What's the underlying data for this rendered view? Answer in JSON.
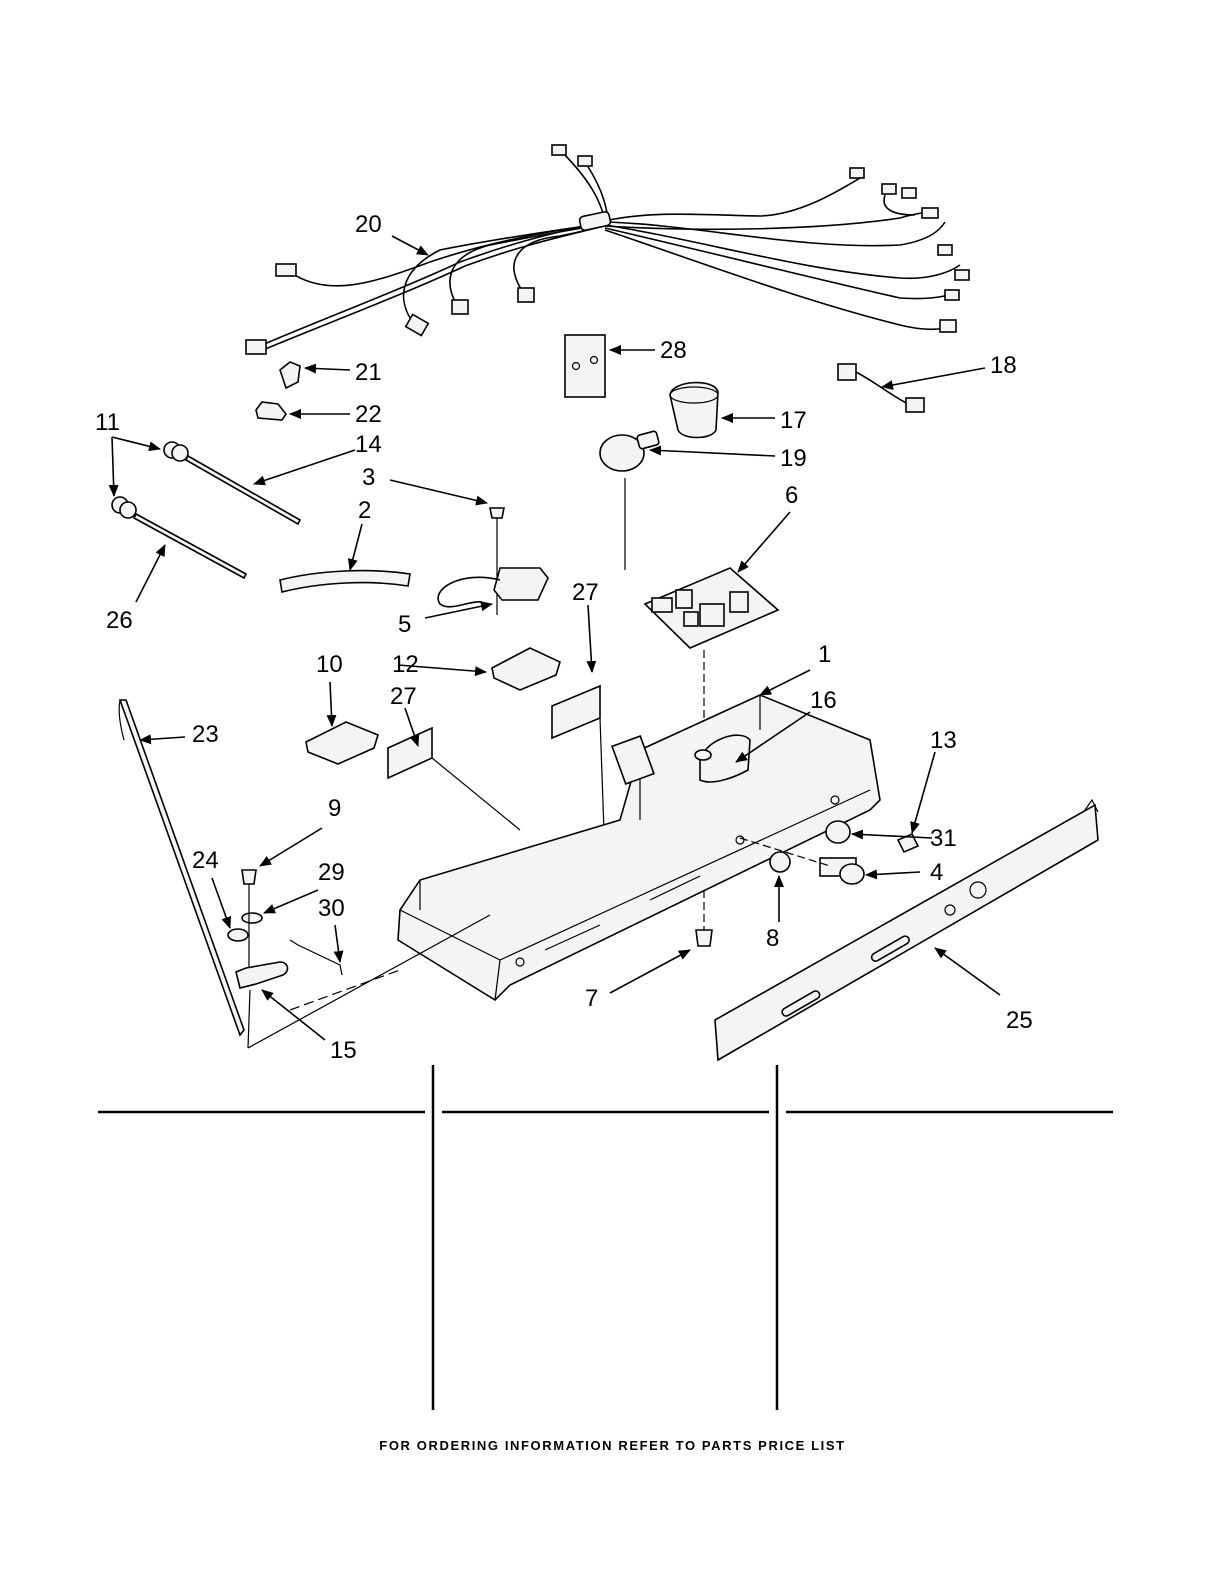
{
  "callouts": {
    "c1": "1",
    "c2": "2",
    "c3": "3",
    "c4": "4",
    "c5": "5",
    "c6": "6",
    "c7": "7",
    "c8": "8",
    "c9": "9",
    "c10": "10",
    "c11": "11",
    "c12": "12",
    "c13": "13",
    "c14": "14",
    "c15": "15",
    "c16": "16",
    "c17": "17",
    "c18": "18",
    "c19": "19",
    "c20": "20",
    "c21": "21",
    "c22": "22",
    "c23": "23",
    "c24": "24",
    "c25": "25",
    "c26": "26",
    "c27a": "27",
    "c27b": "27",
    "c28": "28",
    "c29": "29",
    "c30": "30",
    "c31": "31"
  },
  "footer": {
    "note": "FOR ORDERING INFORMATION REFER TO PARTS PRICE LIST"
  }
}
